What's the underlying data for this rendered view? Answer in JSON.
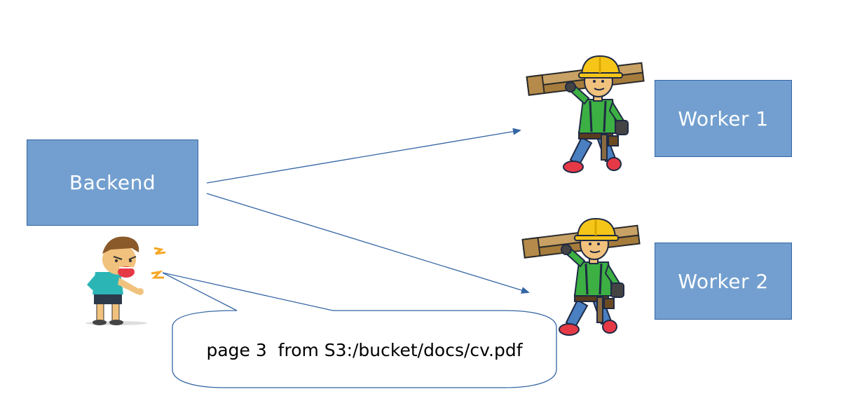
{
  "nodes": {
    "backend": "Backend",
    "worker1": "Worker 1",
    "worker2": "Worker 2"
  },
  "speech_bubble": {
    "text": "page 3  from S3:/bucket/docs/cv.pdf"
  },
  "colors": {
    "box_fill": "#729fcf",
    "box_border": "#3465a4",
    "arrow": "#3465a4",
    "helmet": "#f5c518",
    "shirt_worker": "#3cb043",
    "shirt_boy": "#2bb5b5"
  },
  "icons": {
    "worker1": "construction-worker-icon",
    "worker2": "construction-worker-icon",
    "client": "angry-boy-icon"
  }
}
